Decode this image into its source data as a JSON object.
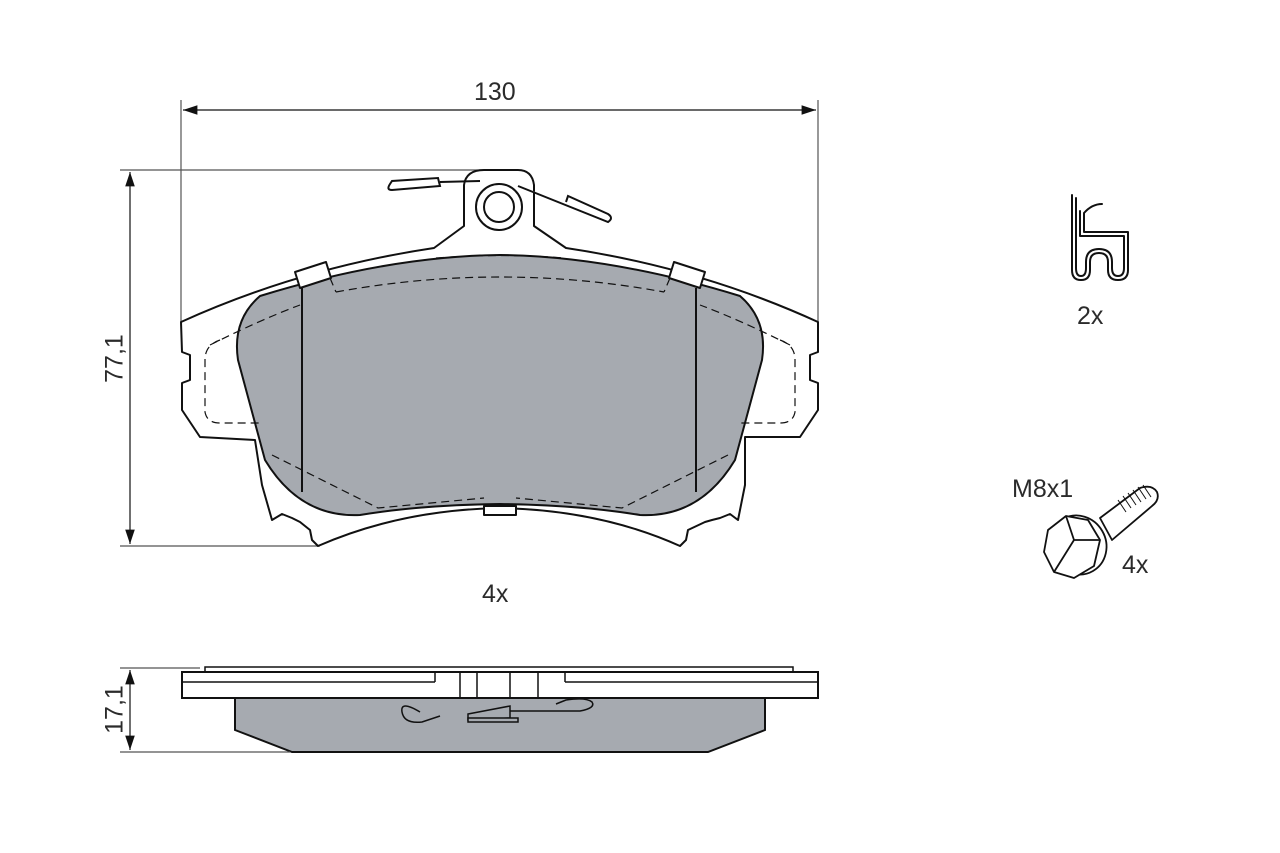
{
  "drawing": {
    "title": "Brake pad set technical drawing",
    "colors": {
      "line": "#111111",
      "pad_fill": "#a6aab0",
      "dim_line": "#555555",
      "text": "#2b2b2b"
    },
    "dimensions": {
      "width": "130",
      "height": "77,1",
      "thickness": "17,1"
    },
    "quantities": {
      "pad": "4x",
      "spring_clip": "2x",
      "bolt": "4x"
    },
    "bolt_spec": "M8x1"
  }
}
